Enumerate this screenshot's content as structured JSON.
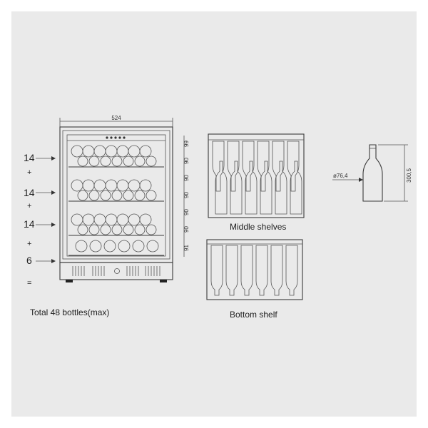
{
  "colors": {
    "panel": "#eaeaea",
    "line": "#3a3a3a",
    "text": "#222222"
  },
  "cabinet": {
    "width_label": "524",
    "shelf_heights": [
      "99",
      "90",
      "90",
      "90",
      "90",
      "90",
      "91"
    ],
    "left_counts": [
      "14",
      "+",
      "14",
      "+",
      "14",
      "+",
      "6",
      "="
    ]
  },
  "total_label": "Total 48 bottles(max)",
  "middle_caption": "Middle shelves",
  "bottom_caption": "Bottom shelf",
  "bottle": {
    "diameter_label": "ø76,4",
    "height_label": "300,5"
  }
}
